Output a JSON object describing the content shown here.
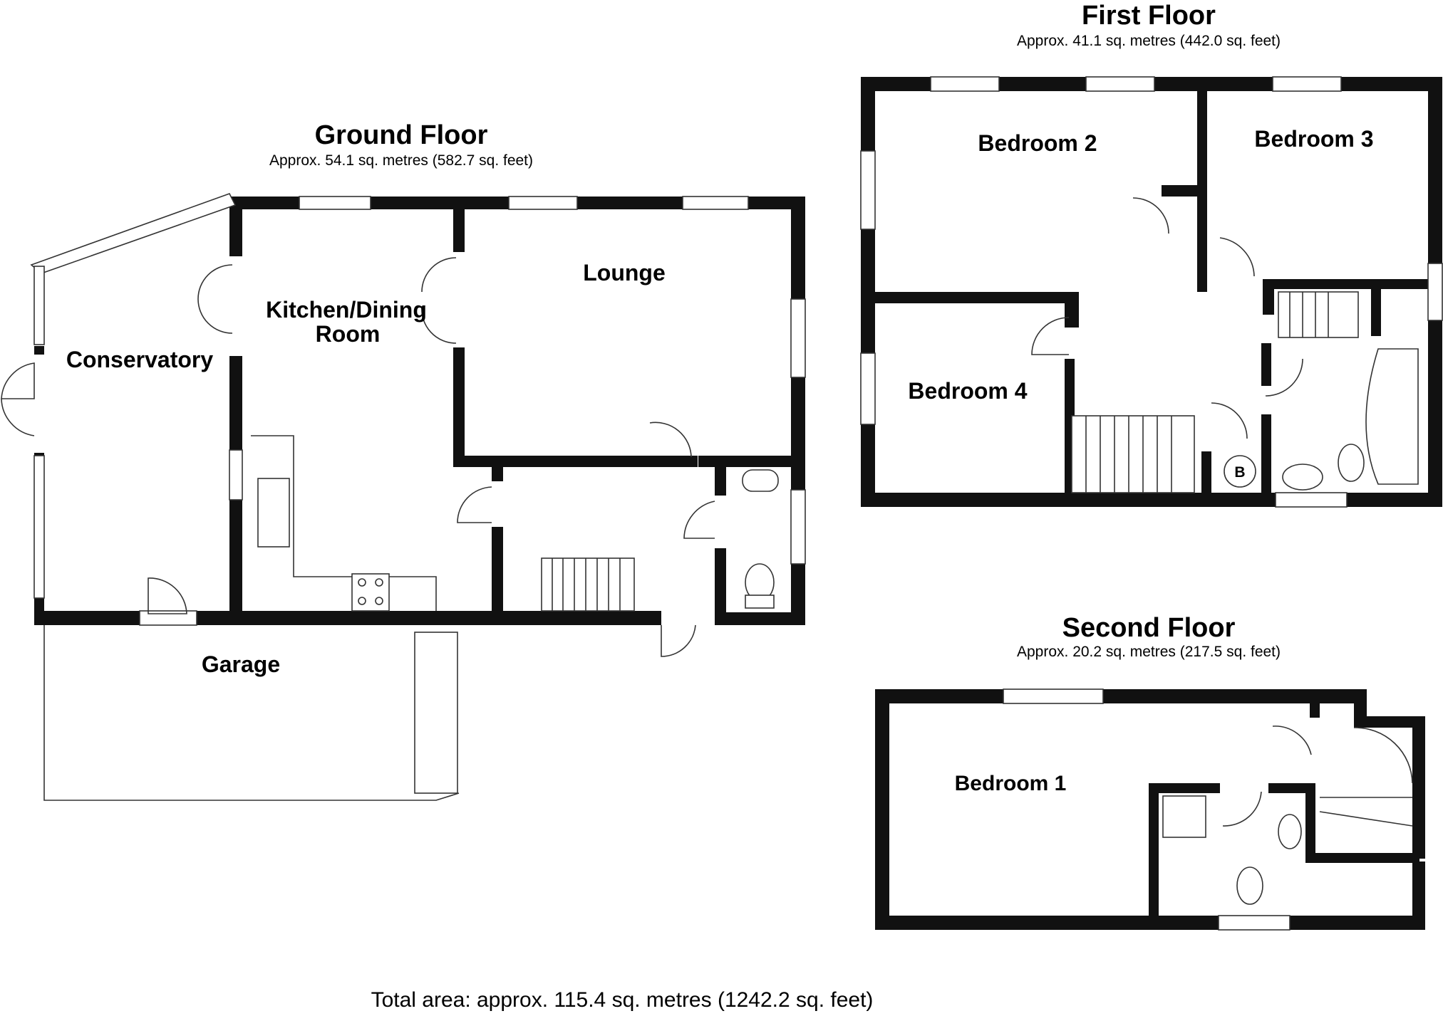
{
  "floors": {
    "ground": {
      "title": "Ground Floor",
      "area": "Approx. 54.1 sq. metres (582.7 sq. feet)",
      "rooms": {
        "conservatory": "Conservatory",
        "kitchen_line1": "Kitchen/Dining",
        "kitchen_line2": "Room",
        "lounge": "Lounge",
        "garage": "Garage"
      }
    },
    "first": {
      "title": "First Floor",
      "area": "Approx. 41.1 sq. metres (442.0 sq. feet)",
      "rooms": {
        "bedroom2": "Bedroom 2",
        "bedroom3": "Bedroom 3",
        "bedroom4": "Bedroom 4",
        "boiler": "B"
      }
    },
    "second": {
      "title": "Second Floor",
      "area": "Approx. 20.2 sq. metres (217.5 sq. feet)",
      "rooms": {
        "bedroom1": "Bedroom 1"
      }
    }
  },
  "total_area": "Total area: approx. 115.4 sq. metres (1242.2 sq. feet)"
}
